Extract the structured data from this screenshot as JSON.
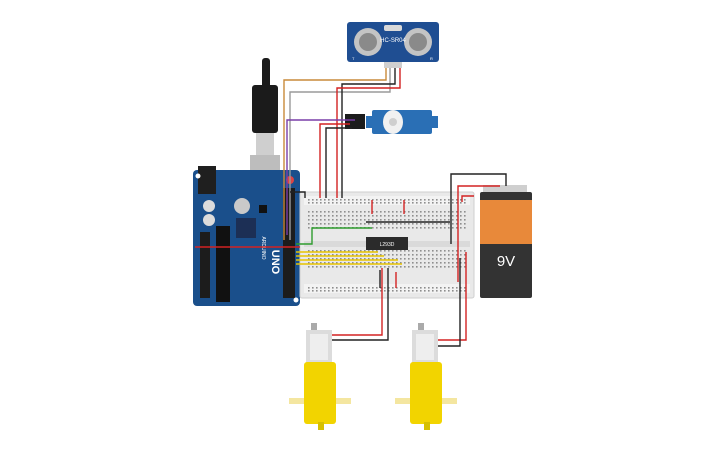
{
  "sensor": {
    "model": "HC-SR04",
    "pin_left": "T",
    "pin_right": "R"
  },
  "arduino": {
    "board_name": "UNO",
    "brand": "ARDUINO"
  },
  "driver": {
    "chip_label": "L293D"
  },
  "battery": {
    "voltage": "9V"
  },
  "colors": {
    "arduino_blue": "#1a4f8b",
    "wire_red": "#d32222",
    "wire_black": "#222222",
    "wire_green": "#2e9c2e",
    "wire_yellow": "#e8c400",
    "wire_purple": "#7a3ea8",
    "wire_orange": "#c98a3a",
    "wire_gray": "#9a9a9a",
    "battery_orange": "#e8893a",
    "battery_dark": "#333333",
    "motor_yellow": "#f2d400",
    "servo_blue": "#2a6fb5"
  }
}
